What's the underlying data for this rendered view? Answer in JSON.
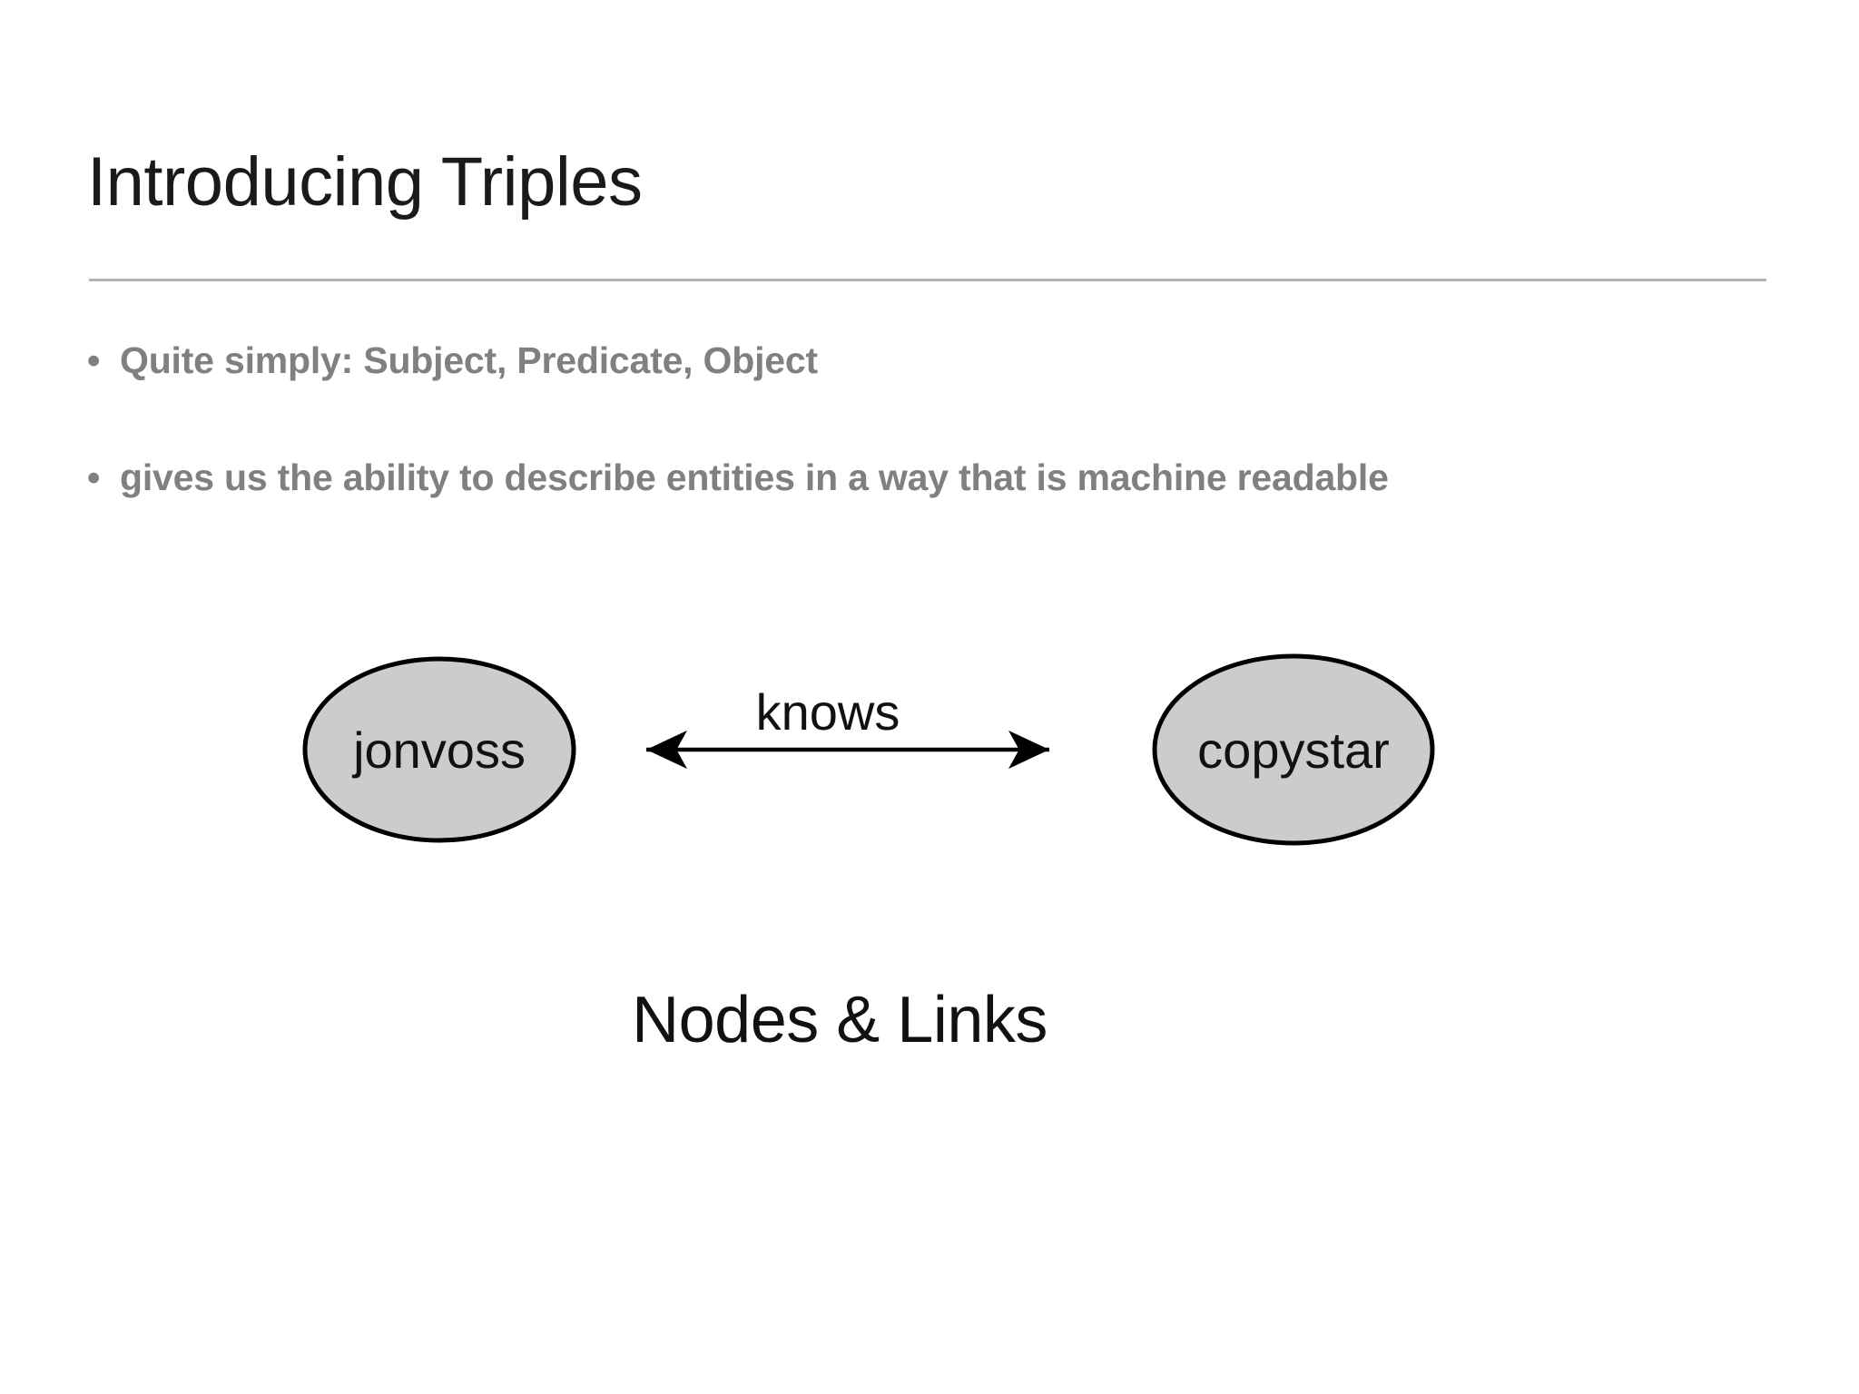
{
  "slide": {
    "title": "Introducing Triples",
    "bullets": [
      {
        "marker": "•",
        "text": "Quite simply: Subject, Predicate, Object"
      },
      {
        "marker": "•",
        "text": "gives us the ability to describe entities in a way that is machine readable"
      }
    ],
    "caption": "Nodes & Links"
  },
  "diagram": {
    "type": "node-link",
    "nodes": [
      {
        "id": "subject",
        "label": "jonvoss"
      },
      {
        "id": "object",
        "label": "copystar"
      }
    ],
    "edges": [
      {
        "from": "subject",
        "to": "object",
        "label": "knows",
        "bidirectional": true
      }
    ]
  },
  "colors": {
    "background": "#ffffff",
    "title_text": "#1a1a1a",
    "bullet_text": "#808080",
    "rule": "#b3b3b3",
    "node_fill": "#cccccc",
    "node_stroke": "#000000",
    "edge_stroke": "#000000",
    "caption_text": "#111111"
  }
}
